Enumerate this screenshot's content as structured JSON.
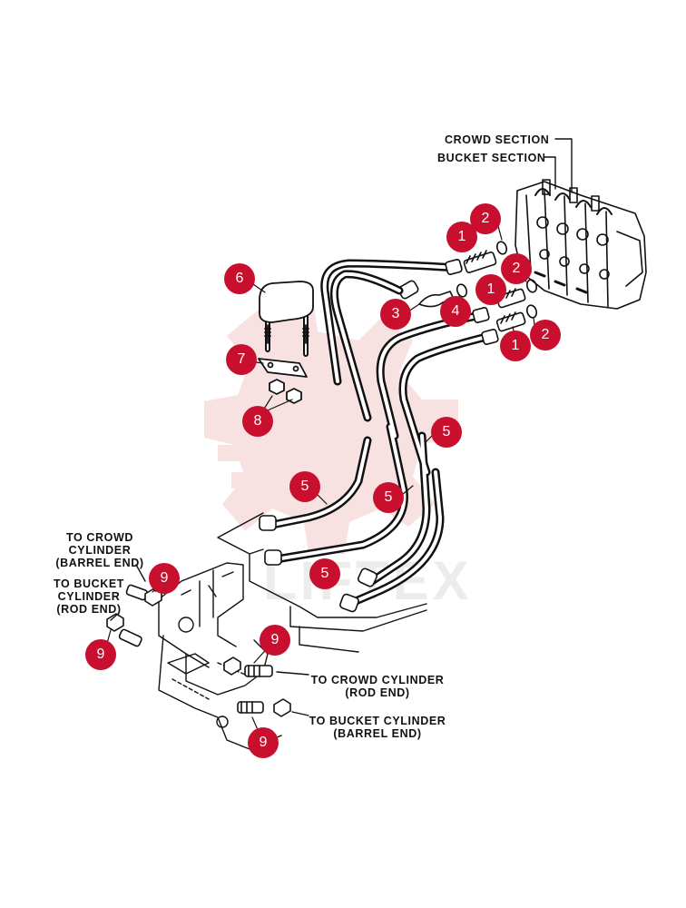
{
  "labels": {
    "crowd_section": "CROWD SECTION",
    "bucket_section": "BUCKET SECTION",
    "to_crowd_cyl_barrel": [
      "TO CROWD",
      "CYLINDER",
      "(BARREL END)"
    ],
    "to_bucket_cyl_rod": [
      "TO BUCKET",
      "CYLINDER",
      "(ROD END)"
    ],
    "to_crowd_cyl_rod": [
      "TO CROWD CYLINDER",
      "(ROD END)"
    ],
    "to_bucket_cyl_barrel": [
      "TO BUCKET CYLINDER",
      "(BARREL END)"
    ]
  },
  "callouts": [
    {
      "id": "c1a",
      "num": "1"
    },
    {
      "id": "c2a",
      "num": "2"
    },
    {
      "id": "c2b",
      "num": "2"
    },
    {
      "id": "c1b",
      "num": "1"
    },
    {
      "id": "c3",
      "num": "3"
    },
    {
      "id": "c4",
      "num": "4"
    },
    {
      "id": "c1c",
      "num": "1"
    },
    {
      "id": "c2c",
      "num": "2"
    },
    {
      "id": "c6",
      "num": "6"
    },
    {
      "id": "c7",
      "num": "7"
    },
    {
      "id": "c8",
      "num": "8"
    },
    {
      "id": "c5a",
      "num": "5"
    },
    {
      "id": "c5b",
      "num": "5"
    },
    {
      "id": "c5c",
      "num": "5"
    },
    {
      "id": "c5d",
      "num": "5"
    },
    {
      "id": "c9a",
      "num": "9"
    },
    {
      "id": "c9b",
      "num": "9"
    },
    {
      "id": "c9c",
      "num": "9"
    },
    {
      "id": "c9d",
      "num": "9"
    }
  ],
  "watermark": {
    "text": "LIFTEX",
    "color": "#e8a0a0"
  }
}
